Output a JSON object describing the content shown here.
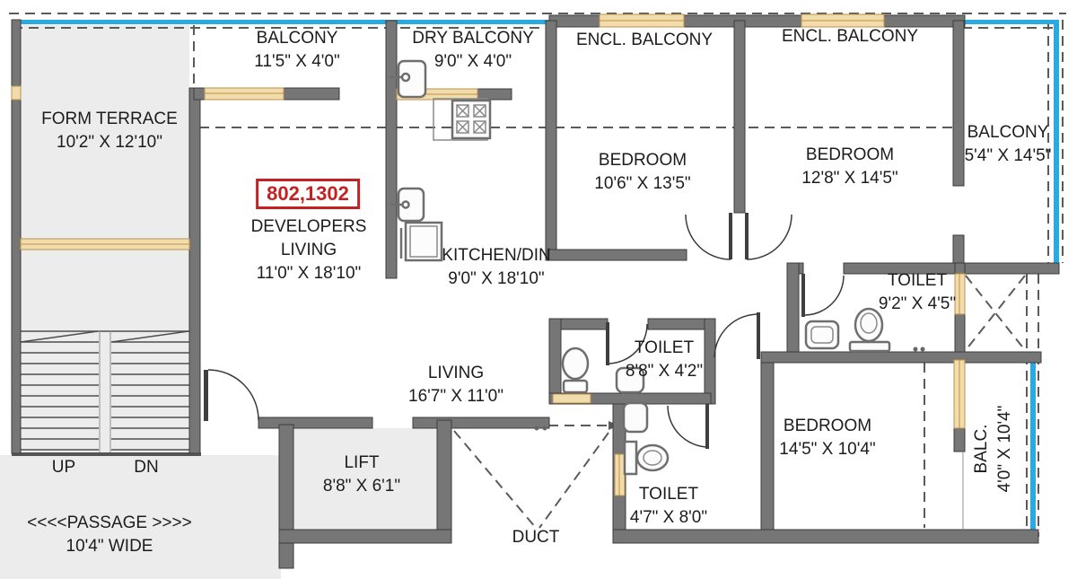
{
  "unit_label": "802,1302",
  "rooms": {
    "form_terrace": {
      "name": "FORM TERRACE",
      "dims": "10'2\" X 12'10\""
    },
    "balcony_top": {
      "name": "BALCONY",
      "dims": "11'5\" X 4'0\""
    },
    "dry_balcony": {
      "name": "DRY BALCONY",
      "dims": "9'0\" X 4'0\""
    },
    "encl_balcony_left": {
      "name": "ENCL. BALCONY"
    },
    "encl_balcony_right": {
      "name": "ENCL. BALCONY"
    },
    "balcony_right": {
      "name": "BALCONY",
      "dims": "5'4\" X 14'5\""
    },
    "bedroom_top_left": {
      "name": "BEDROOM",
      "dims": "10'6\" X 13'5\""
    },
    "bedroom_top_right": {
      "name": "BEDROOM",
      "dims": "12'8\" X 14'5\""
    },
    "developers_living": {
      "line1": "DEVELOPERS",
      "line2": "LIVING",
      "dims": "11'0\" X 18'10\""
    },
    "kitchen": {
      "name": "KITCHEN/DIN",
      "dims": "9'0\" X 18'10\""
    },
    "toilet_right": {
      "name": "TOILET",
      "dims": "9'2\" X 4'5\""
    },
    "toilet_mid": {
      "name": "TOILET",
      "dims": "8'8\" X 4'2\""
    },
    "living": {
      "name": "LIVING",
      "dims": "16'7\" X 11'0\""
    },
    "toilet_bottom": {
      "name": "TOILET",
      "dims": "4'7\" X 8'0\""
    },
    "bedroom_bottom": {
      "name": "BEDROOM",
      "dims": "14'5\" X 10'4\""
    },
    "balc_bottom": {
      "name": "BALC.",
      "dims": "4'0\" X 10'4\""
    },
    "lift": {
      "name": "LIFT",
      "dims": "8'8\" X 6'1\""
    },
    "duct": {
      "name": "DUCT"
    }
  },
  "stairs": {
    "up": "UP",
    "down": "DN"
  },
  "passage": {
    "label": "<<<<PASSAGE >>>>",
    "width": "10'4\" WIDE"
  },
  "colors": {
    "wall": "#767676",
    "window": "#f3dcab",
    "window_border": "#b9924e",
    "blue": "#29aae1",
    "shaded": "#ececec",
    "dash": "#5a5a5a",
    "unit_red": "#c42222",
    "text": "#1c1c1c"
  }
}
